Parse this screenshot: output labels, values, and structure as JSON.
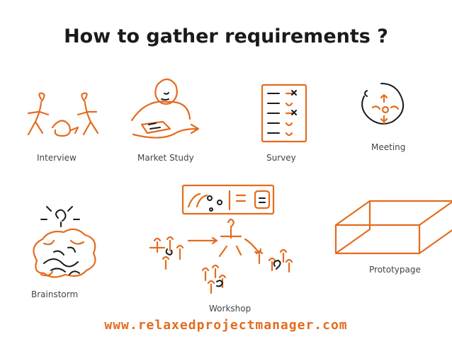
{
  "title": "How to gather requirements ?",
  "labels": {
    "interview": "Interview",
    "market_study": "Market Study",
    "survey": "Survey",
    "meeting": "Meeting",
    "brainstorm": "Brainstorm",
    "workshop": "Workshop",
    "prototypage": "Prototypage"
  },
  "footer": "www.relaxedprojectmanager.com",
  "colors": {
    "accent": "#e36c1e",
    "ink": "#1a1a1a"
  }
}
